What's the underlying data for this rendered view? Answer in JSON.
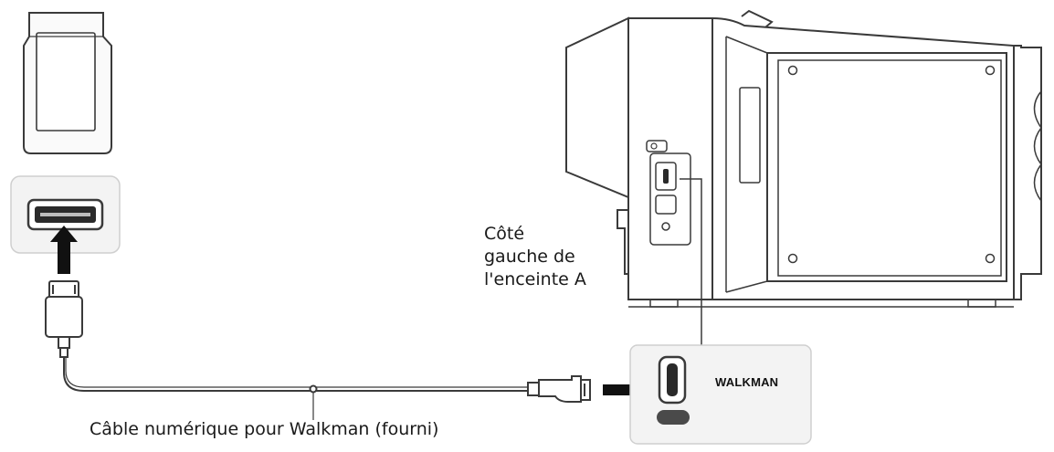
{
  "labels": {
    "speaker_side_line1": "Côté",
    "speaker_side_line2": "gauche de",
    "speaker_side_line3": "l'enceinte A",
    "cable": "Câble numérique pour Walkman (fourni)",
    "port": "WALKMAN"
  },
  "icons": {
    "device": "walkman-player-icon",
    "device_port": "walkman-port-closeup-icon",
    "speaker": "speaker-side-view-icon",
    "speaker_port": "speaker-walkman-port-closeup-icon",
    "arrow_up": "arrow-up-icon",
    "arrow_right": "arrow-right-icon"
  },
  "colors": {
    "line": "#3a3a3a",
    "panel": "#f3f3f3",
    "arrow": "#111111"
  }
}
